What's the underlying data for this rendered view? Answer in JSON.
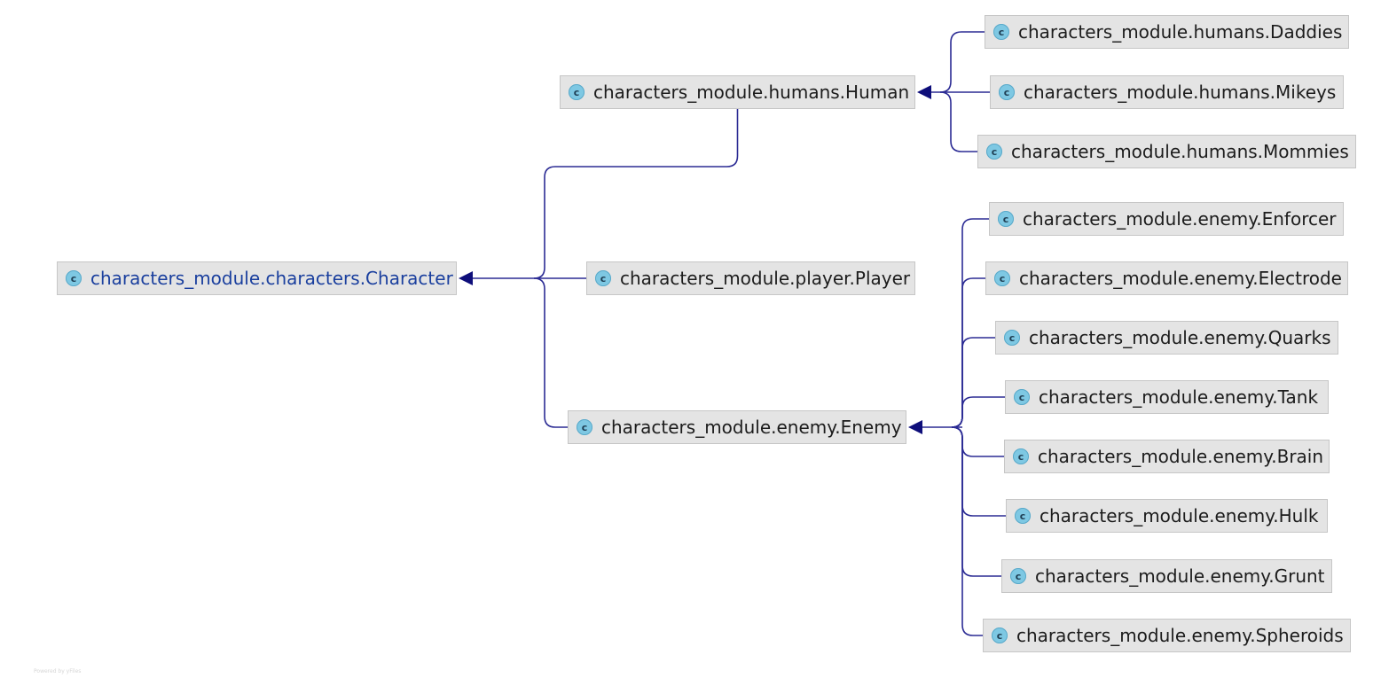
{
  "diagram": {
    "edge_color": "#2b2b94",
    "arrow_color": "#0e0e7a",
    "icon_glyph": "c",
    "icon_name": "class-icon",
    "nodes": [
      {
        "id": "character",
        "label": "characters_module.characters.Character",
        "selected": true
      },
      {
        "id": "human",
        "label": "characters_module.humans.Human"
      },
      {
        "id": "player",
        "label": "characters_module.player.Player"
      },
      {
        "id": "enemy",
        "label": "characters_module.enemy.Enemy"
      },
      {
        "id": "daddies",
        "label": "characters_module.humans.Daddies"
      },
      {
        "id": "mikeys",
        "label": "characters_module.humans.Mikeys"
      },
      {
        "id": "mommies",
        "label": "characters_module.humans.Mommies"
      },
      {
        "id": "enforcer",
        "label": "characters_module.enemy.Enforcer"
      },
      {
        "id": "electrode",
        "label": "characters_module.enemy.Electrode"
      },
      {
        "id": "quarks",
        "label": "characters_module.enemy.Quarks"
      },
      {
        "id": "tank",
        "label": "characters_module.enemy.Tank"
      },
      {
        "id": "brain",
        "label": "characters_module.enemy.Brain"
      },
      {
        "id": "hulk",
        "label": "characters_module.enemy.Hulk"
      },
      {
        "id": "grunt",
        "label": "characters_module.enemy.Grunt"
      },
      {
        "id": "spheroids",
        "label": "characters_module.enemy.Spheroids"
      }
    ],
    "edges": [
      {
        "from": "human",
        "to": "character"
      },
      {
        "from": "player",
        "to": "character"
      },
      {
        "from": "enemy",
        "to": "character"
      },
      {
        "from": "daddies",
        "to": "human"
      },
      {
        "from": "mikeys",
        "to": "human"
      },
      {
        "from": "mommies",
        "to": "human"
      },
      {
        "from": "enforcer",
        "to": "enemy"
      },
      {
        "from": "electrode",
        "to": "enemy"
      },
      {
        "from": "quarks",
        "to": "enemy"
      },
      {
        "from": "tank",
        "to": "enemy"
      },
      {
        "from": "brain",
        "to": "enemy"
      },
      {
        "from": "hulk",
        "to": "enemy"
      },
      {
        "from": "grunt",
        "to": "enemy"
      },
      {
        "from": "spheroids",
        "to": "enemy"
      }
    ]
  },
  "watermark": "Powered by yFiles"
}
